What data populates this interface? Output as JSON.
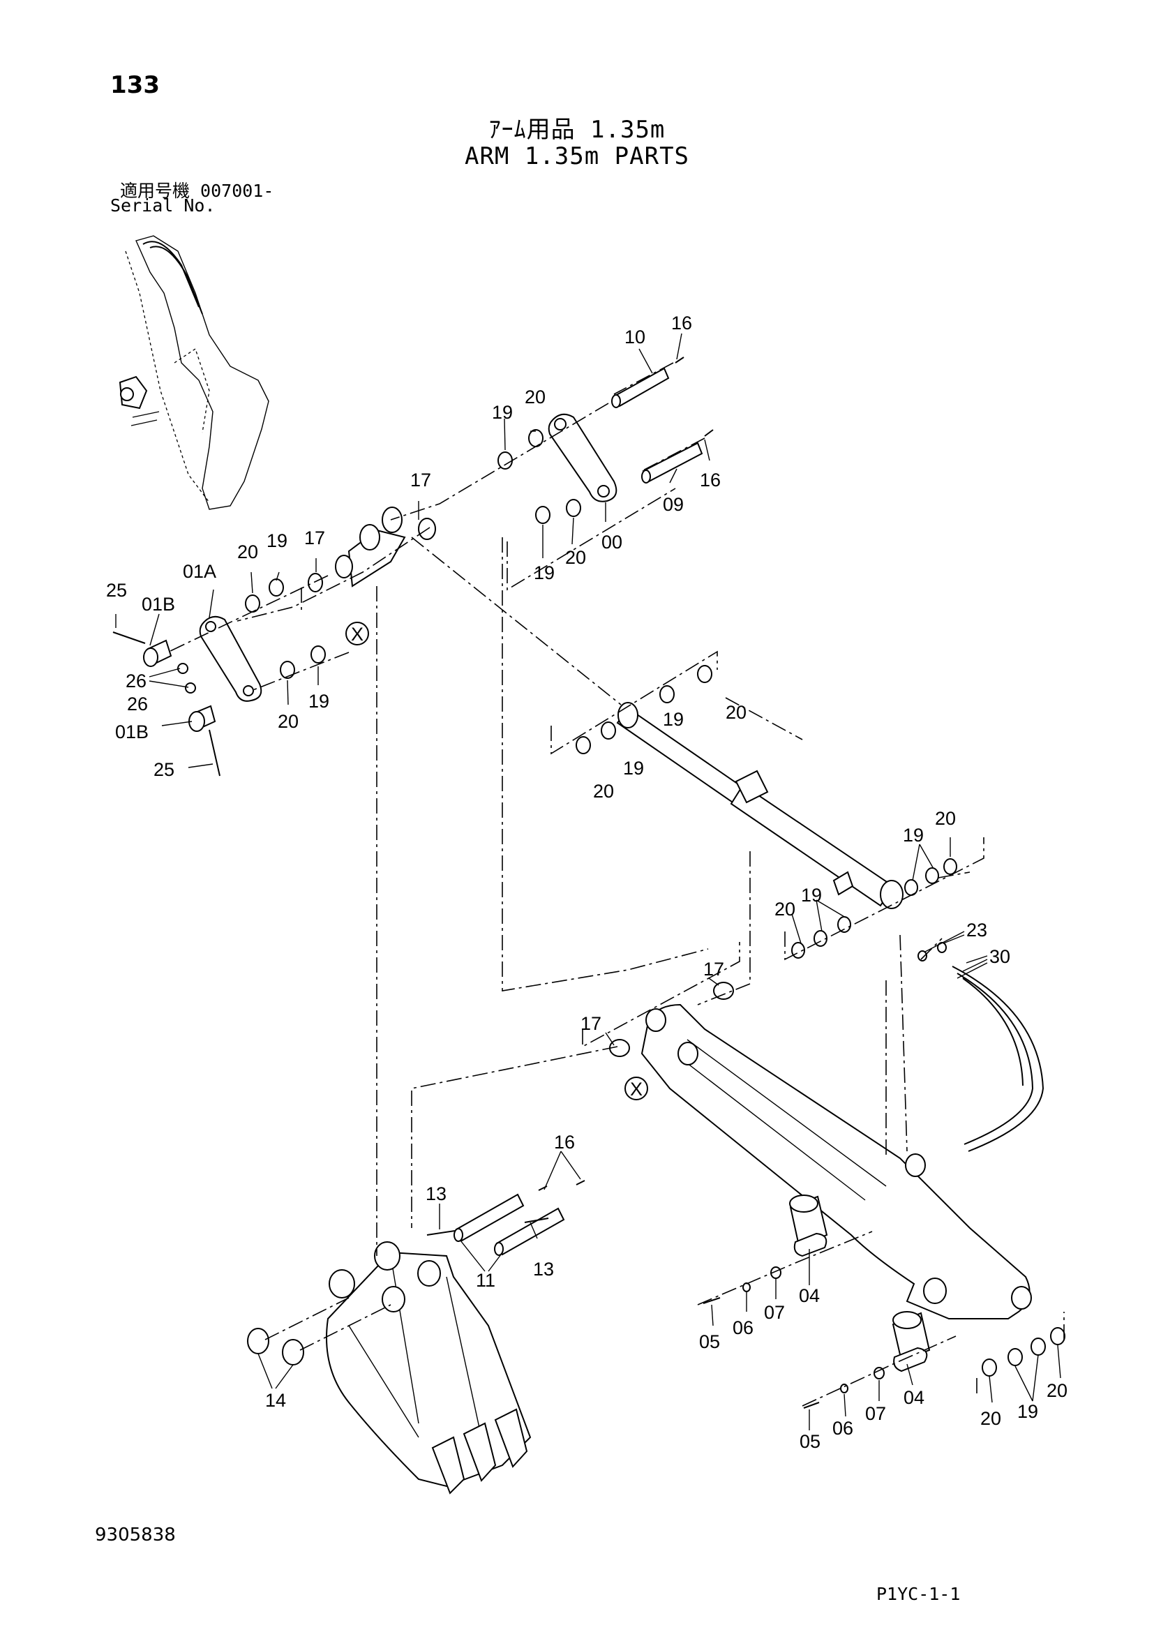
{
  "header": {
    "page_number": "133",
    "title_jp": "ｱｰﾑ用品 1.35m",
    "title_en": "ARM 1.35m PARTS",
    "serial_label_jp": "適用号機  007001-",
    "serial_label_en": "Serial No."
  },
  "footer": {
    "doc_number": "9305838",
    "page_code": "P1YC-1-1"
  },
  "callouts": {
    "c00": "00",
    "c01a": "01A",
    "c01b": "01B",
    "c04": "04",
    "c05": "05",
    "c06": "06",
    "c07": "07",
    "c09": "09",
    "c10": "10",
    "c11": "11",
    "c13": "13",
    "c14": "14",
    "c16": "16",
    "c17": "17",
    "c19": "19",
    "c20": "20",
    "c23": "23",
    "c25": "25",
    "c26": "26",
    "c30": "30",
    "junction": "X"
  }
}
